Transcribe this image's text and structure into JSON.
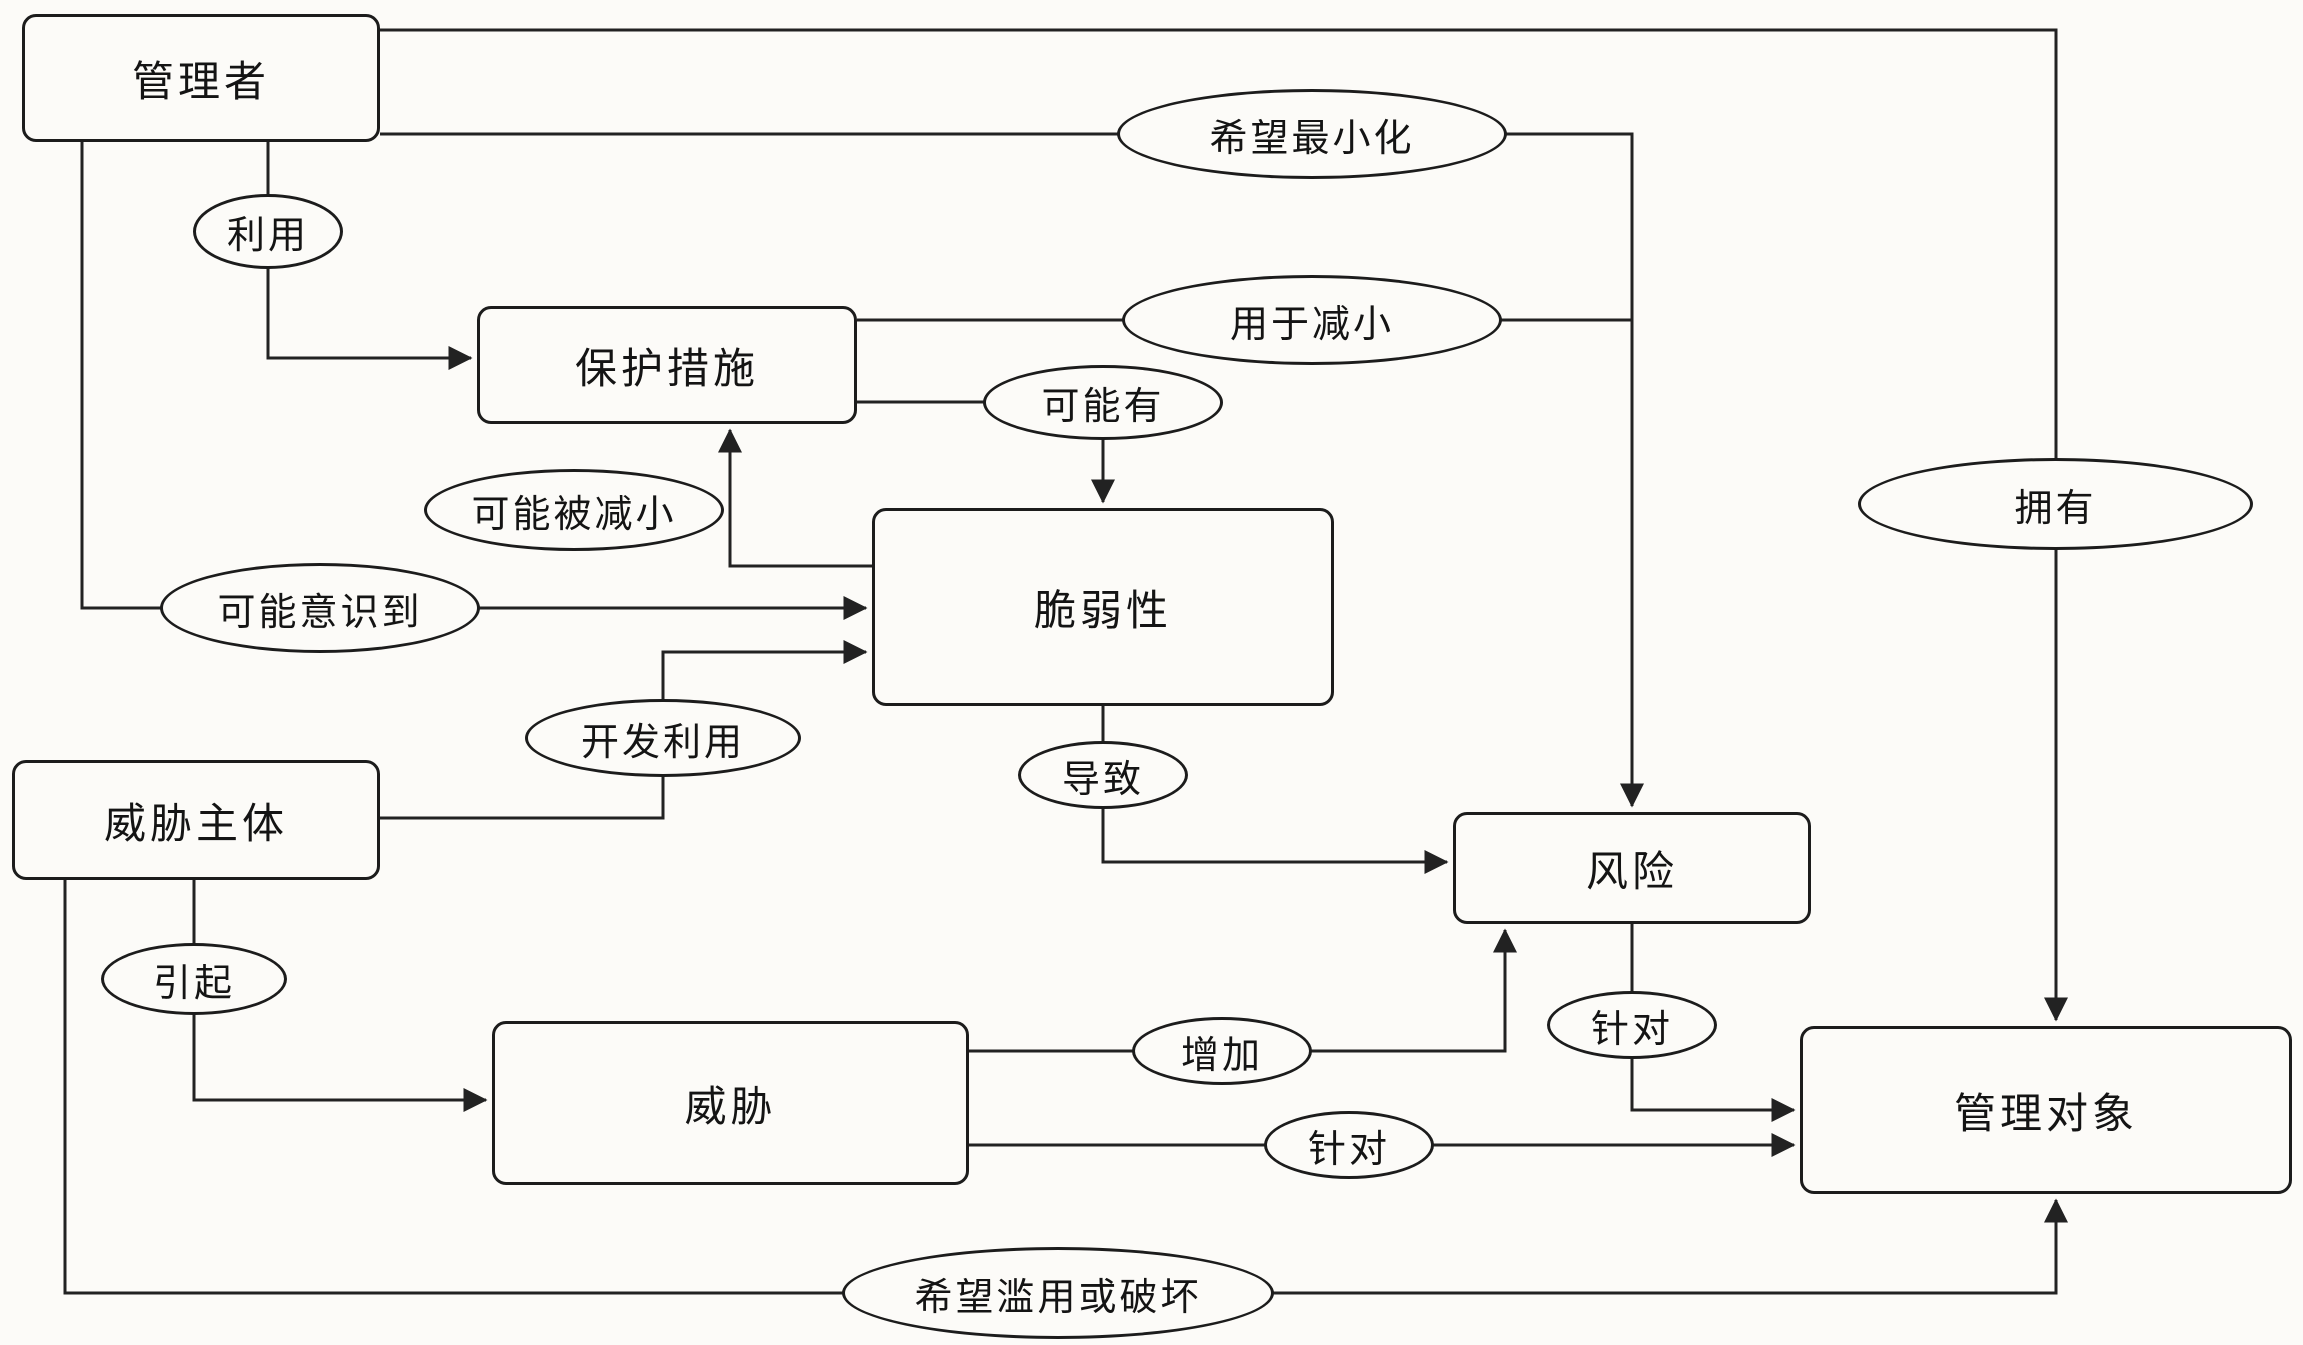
{
  "nodes": {
    "manager": {
      "label": "管理者"
    },
    "safeguards": {
      "label": "保护措施"
    },
    "vulnerability": {
      "label": "脆弱性"
    },
    "threat_agent": {
      "label": "威胁主体"
    },
    "risk": {
      "label": "风险"
    },
    "threat": {
      "label": "威胁"
    },
    "asset": {
      "label": "管理对象"
    }
  },
  "relations": {
    "use": {
      "label": "利用"
    },
    "wish_minimize": {
      "label": "希望最小化"
    },
    "to_reduce": {
      "label": "用于减小"
    },
    "may_have": {
      "label": "可能有"
    },
    "may_be_reduced": {
      "label": "可能被减小"
    },
    "may_be_aware": {
      "label": "可能意识到"
    },
    "exploit": {
      "label": "开发利用"
    },
    "lead_to": {
      "label": "导致"
    },
    "give_rise_to": {
      "label": "引起"
    },
    "increase": {
      "label": "增加"
    },
    "target_risk": {
      "label": "针对"
    },
    "target_threat": {
      "label": "针对"
    },
    "own": {
      "label": "拥有"
    },
    "wish_abuse": {
      "label": "希望滥用或破坏"
    }
  },
  "colors": {
    "line": "#222222",
    "background": "#fcfbf8",
    "ink": "#141414"
  }
}
